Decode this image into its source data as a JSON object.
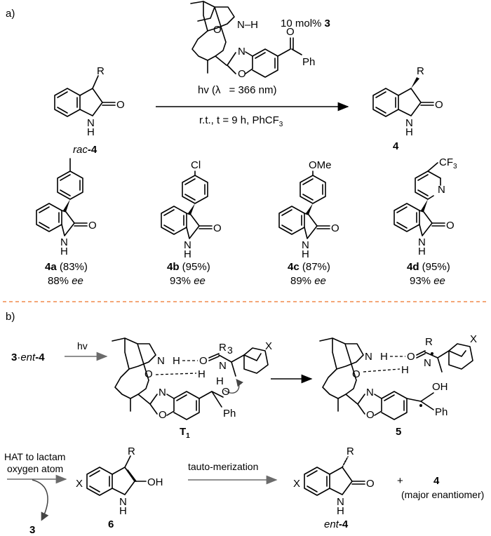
{
  "panel_a": {
    "label": "a)",
    "catalyst_loading_pre": "10 mol% ",
    "catalyst_id": "3",
    "conditions_line1_pre": "hv (λ",
    "conditions_line1_post": "= 366 nm)",
    "conditions_line2_pre": "r.t., t = 9 h, PhCF",
    "conditions_line2_sub": "3",
    "reactant_prefix": "rac",
    "reactant_suffix": "-4",
    "product_label": "4",
    "substituent_R": "R",
    "catalyst_atoms": {
      "nh": "N–H",
      "o": "O",
      "n": "N",
      "ox_o": "O",
      "ph": "Ph",
      "ketone_o": "O"
    },
    "substrates": [
      {
        "id": "4a",
        "yield": " (83%)",
        "ee_value": "88% ",
        "ee_unit": "ee",
        "substituent": ""
      },
      {
        "id": "4b",
        "yield": " (95%)",
        "ee_value": "93% ",
        "ee_unit": "ee",
        "substituent": "Cl"
      },
      {
        "id": "4c",
        "yield": " (87%)",
        "ee_value": "89% ",
        "ee_unit": "ee",
        "substituent": "OMe"
      },
      {
        "id": "4d",
        "yield": " (95%)",
        "ee_value": "93% ",
        "ee_unit": "ee",
        "substituent": "CF",
        "substituent_sub": "3",
        "ring_atom": "N"
      }
    ]
  },
  "panel_b": {
    "label": "b)",
    "start_complex_id": "3",
    "start_complex_dot": "·",
    "start_complex_rest": "ent",
    "start_complex_suffix": "-4",
    "hv": "hv",
    "intermediate_T": "T",
    "intermediate_T_sub": "1",
    "intermediate_5": "5",
    "hat_line1": "HAT to lactam",
    "hat_line2": "oxygen atom",
    "released_catalyst": "3",
    "enol_id": "6",
    "tauto": "tauto-merization",
    "product_prefix": "ent",
    "product_suffix": "-4",
    "plus": "+",
    "major_id": "4",
    "major_note": "(major enantiomer)",
    "atoms": {
      "R": "R",
      "X": "X",
      "N": "N",
      "H": "H",
      "O": "O",
      "OH": "OH",
      "Ph": "Ph",
      "three": "3"
    }
  },
  "colors": {
    "divider": "#f08a4b",
    "arrow_grey": "#6b6b6b",
    "ink": "#000000"
  }
}
